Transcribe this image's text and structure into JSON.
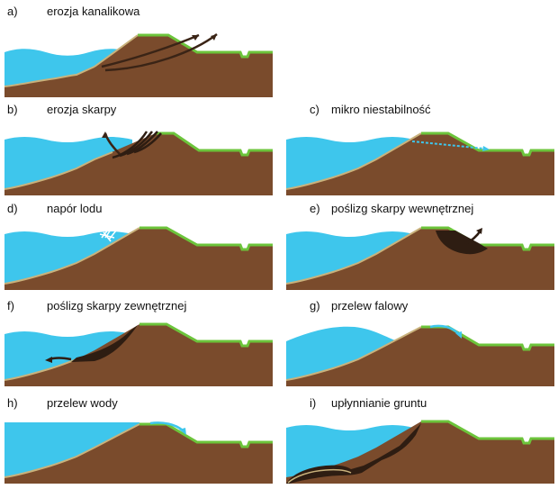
{
  "panels": [
    {
      "letter": "a)",
      "title": "erozja kanalikowa"
    },
    {
      "letter": "b)",
      "title": "erozja skarpy"
    },
    {
      "letter": "c)",
      "title": "mikro niestabilność"
    },
    {
      "letter": "d)",
      "title": "napór lodu"
    },
    {
      "letter": "e)",
      "title": "poślizg skarpy wewnętrznej"
    },
    {
      "letter": "f)",
      "title": "poślizg skarpy zewnętrznej"
    },
    {
      "letter": "g)",
      "title": "przelew falowy"
    },
    {
      "letter": "h)",
      "title": "przelew wody"
    },
    {
      "letter": "i)",
      "title": "upłynnianie gruntu"
    }
  ],
  "colors": {
    "water": "#3ec6ec",
    "soil": "#7a4b2c",
    "grass": "#6cc43b",
    "sand": "#c9b27c",
    "slip": "#2e1d12",
    "arrow": "#3a2416",
    "flow_arrow": "#3ec6ec"
  }
}
